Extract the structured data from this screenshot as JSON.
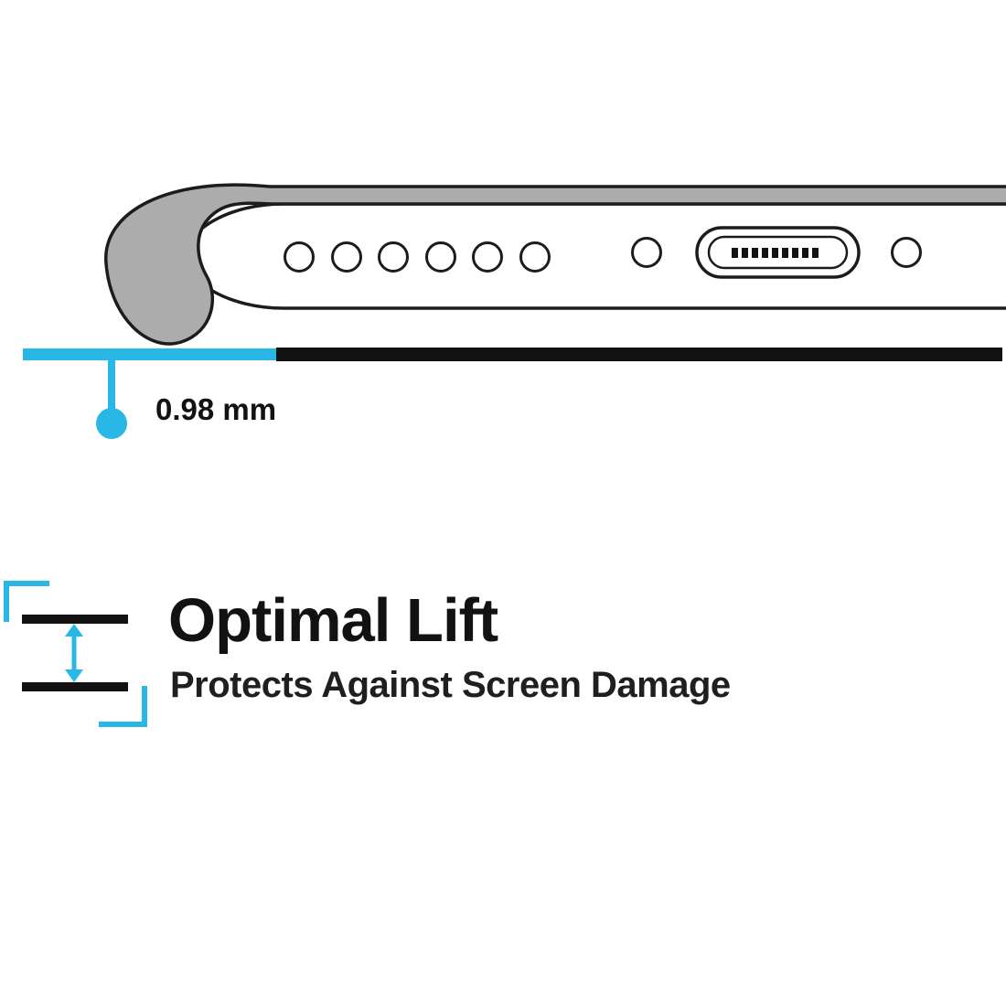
{
  "page": {
    "background": "#ffffff",
    "type": "product-feature-infographic"
  },
  "colors": {
    "accent_cyan": "#29B7E6",
    "ink": "#121212",
    "case_gray": "#ACACAC",
    "outline_dark": "#1C1C1C",
    "phone_body": "#FFFFFF"
  },
  "illustration": {
    "subject": "phone-bottom-edge-in-case-above-surface",
    "speaker_hole_count": 6,
    "visible_parts": [
      "case-bumper",
      "phone-body",
      "speaker-holes",
      "screw-hole-left",
      "charging-port",
      "screw-hole-right",
      "surface-line-cyan-segment",
      "surface-line-black-segment",
      "lift-gap-pointer"
    ]
  },
  "measurement": {
    "label": "0.98 mm"
  },
  "feature": {
    "title": "Optimal Lift",
    "subtitle": "Protects Against Screen Damage"
  },
  "icons": {
    "lift_gap_icon": "two-bars-with-vertical-double-arrow",
    "pointer_icon": "pin-dot"
  }
}
